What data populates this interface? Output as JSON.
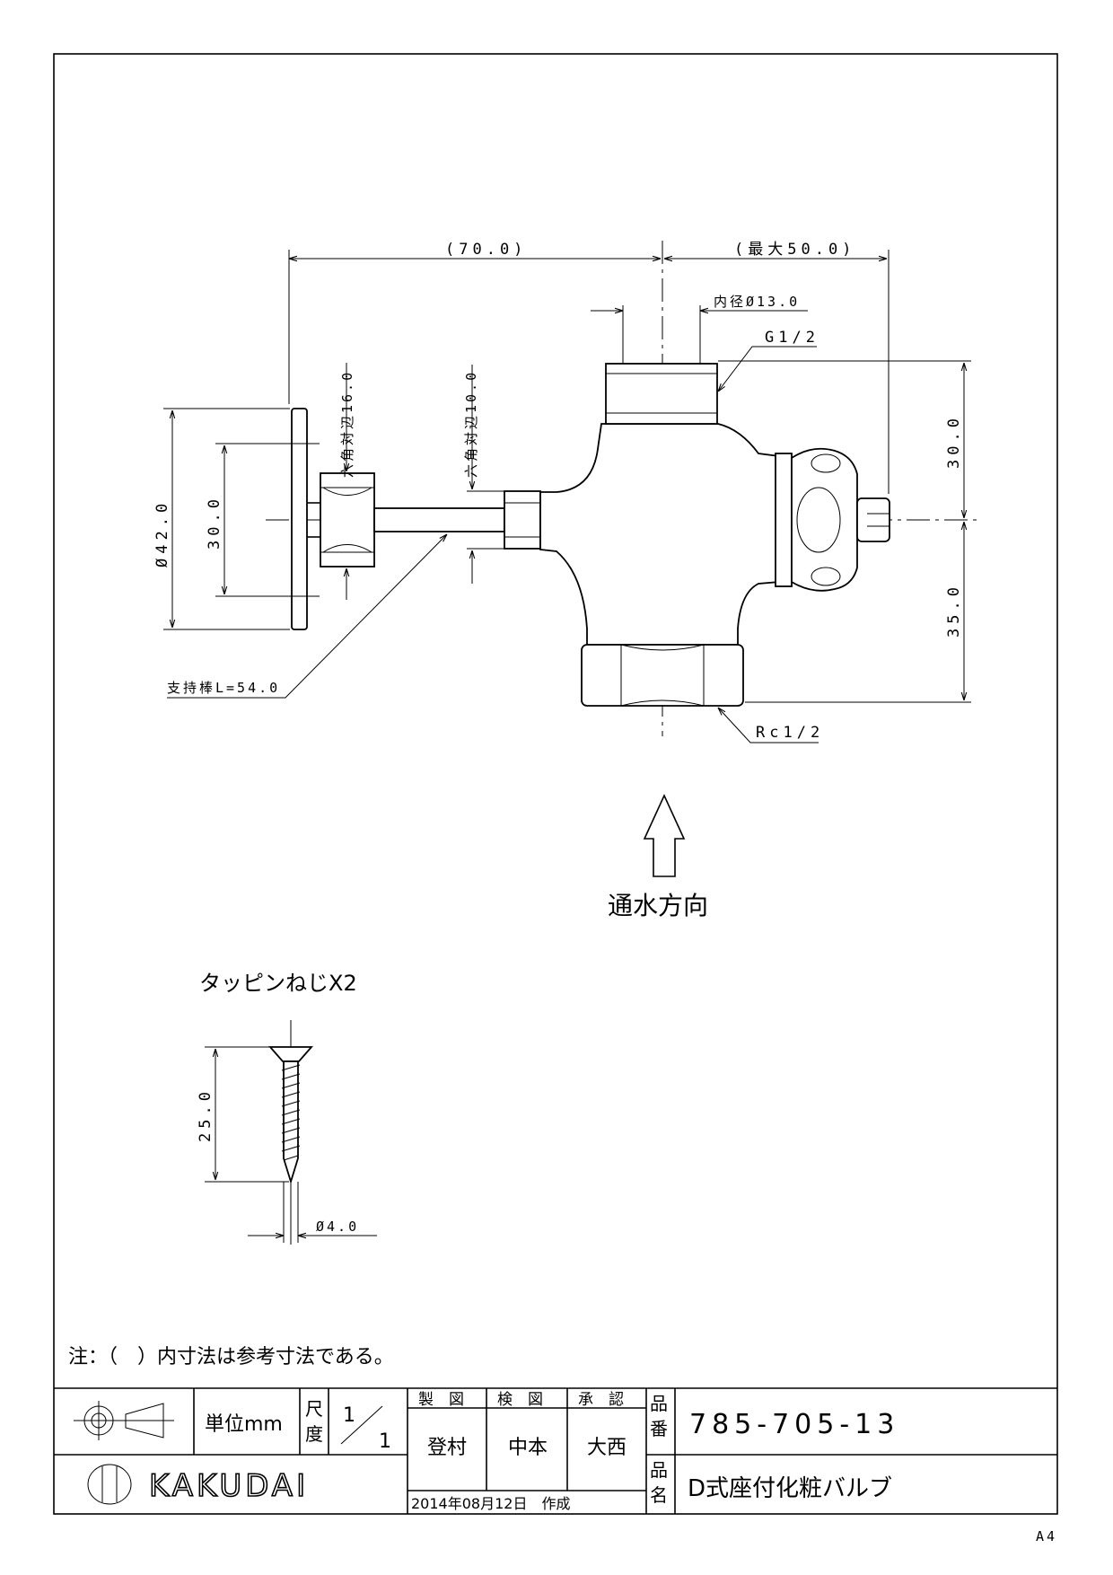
{
  "dims": {
    "d70": "(70.0)",
    "d50": "(最大50.0)",
    "bore": "内径Ø13.0",
    "g12": "G1/2",
    "hex16": "六角対辺16.0",
    "hex10": "六角対辺10.0",
    "d42": "Ø42.0",
    "d30v": "30.0",
    "r30": "30.0",
    "r35": "35.0",
    "rod": "支持棒L=54.0",
    "rc12": "Rc1/2",
    "screw_len": "25.0",
    "screw_d": "Ø4.0"
  },
  "flow_label": "通水方向",
  "screw_label": "タッピンねじX2",
  "note": "注：（　）内寸法は参考寸法である。",
  "title_block": {
    "unit": "単位mm",
    "scale_label_1": "尺",
    "scale_label_2": "度",
    "scale_num": "1",
    "scale_den": "1",
    "h_drawn": "製　図",
    "h_checked": "検　図",
    "h_approved": "承　認",
    "drawn": "登村",
    "checked": "中本",
    "approved": "大西",
    "date": "2014年08月12日　作成",
    "part_no_label_1": "品",
    "part_no_label_2": "番",
    "part_no": "785-705-13",
    "name_label_1": "品",
    "name_label_2": "名",
    "name": "D式座付化粧バルブ",
    "brand": "KAKUDAI"
  },
  "paper_size": "A4"
}
